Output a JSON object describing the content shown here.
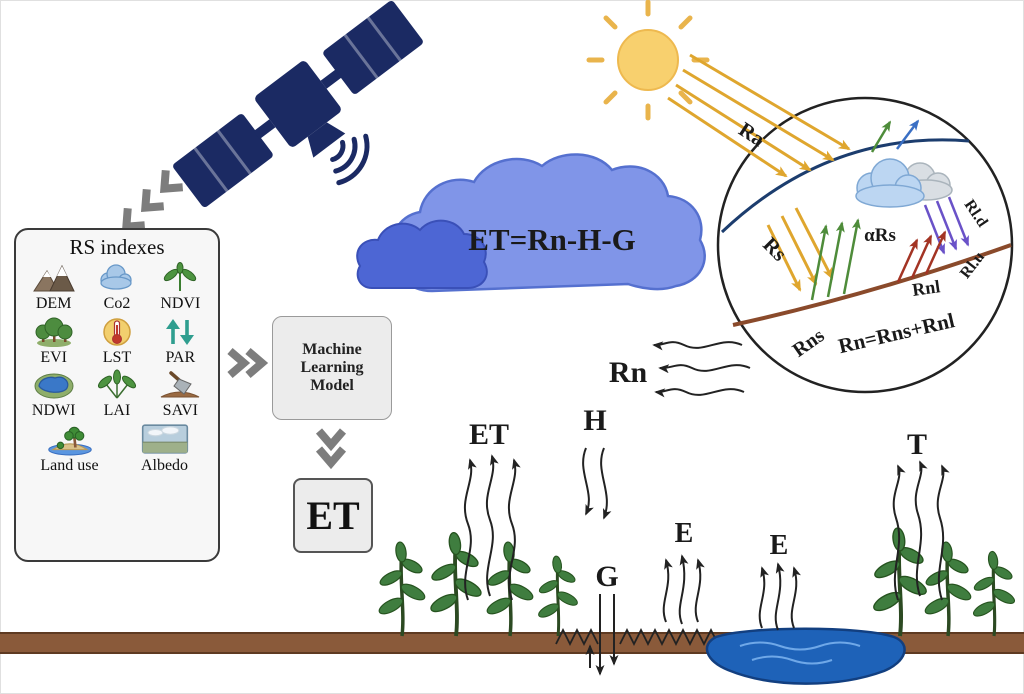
{
  "rs_box": {
    "title": "RS indexes",
    "items": [
      {
        "label": "DEM"
      },
      {
        "label": "Co2"
      },
      {
        "label": "NDVI"
      },
      {
        "label": "EVI"
      },
      {
        "label": "LST"
      },
      {
        "label": "PAR"
      },
      {
        "label": "NDWI"
      },
      {
        "label": "LAI"
      },
      {
        "label": "SAVI"
      },
      {
        "label": "Land use"
      },
      {
        "label": "Albedo"
      }
    ]
  },
  "ml_box": {
    "label": "Machine Learning Model"
  },
  "et_box": {
    "label": "ET"
  },
  "cloud": {
    "equation": "ET=Rn-H-G"
  },
  "radiation": {
    "ra": "Ra",
    "rs": "Rs",
    "alpha_rs": "αRs",
    "rns": "Rns",
    "rld": "Rl.d",
    "rlu": "Rl.u",
    "rnl": "Rnl",
    "balance": "Rn=Rns+Rnl",
    "rn": "Rn"
  },
  "fluxes": {
    "et": "ET",
    "h": "H",
    "g": "G",
    "e_soil": "E",
    "e_water": "E",
    "t": "T"
  },
  "colors": {
    "satellite": "#1b2a63",
    "cloud_big": "#8095e8",
    "cloud_small": "#4d66d4",
    "sun": "#f8d06e",
    "ray": "#dfa62e",
    "shortwave_up": "#4e8c3a",
    "longwave_down": "#6a52c8",
    "longwave_up": "#a33424",
    "ground": "#8a5a3a",
    "water": "#1e62b8",
    "leaf": "#3f7d3f"
  }
}
